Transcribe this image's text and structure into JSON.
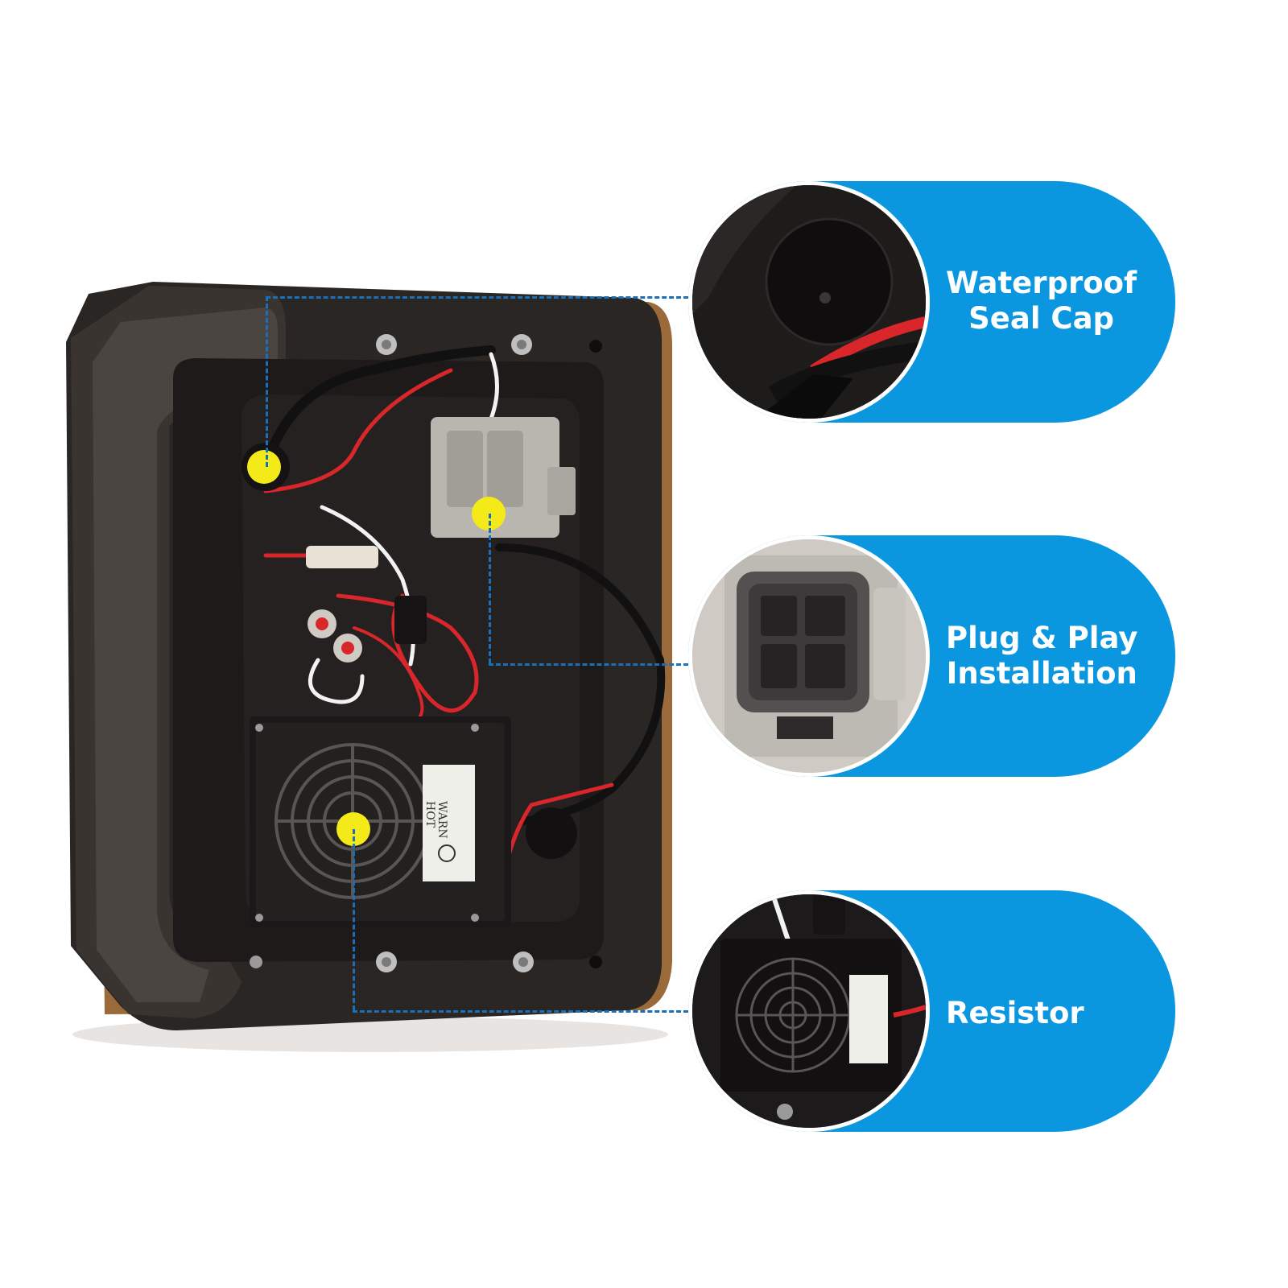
{
  "colors": {
    "pill_blue": "#0a97e0",
    "leader_blue": "#1b6fb8",
    "marker_yellow": "#f4ea1a",
    "housing_dark": "#2a2624",
    "wire_red": "#d8262b",
    "connector_gray": "#b9b6b0"
  },
  "callouts": [
    {
      "id": "seal-cap",
      "lines": [
        "Waterproof",
        "Seal Cap"
      ],
      "circle_subject": "seal-cap-closeup"
    },
    {
      "id": "plug-play",
      "lines": [
        "Plug & Play",
        "Installation"
      ],
      "circle_subject": "connector-closeup"
    },
    {
      "id": "resistor",
      "lines": [
        "Resistor"
      ],
      "circle_subject": "resistor-closeup"
    }
  ],
  "product": {
    "subject": "tail-light-housing-rear-view",
    "markers": [
      "seal-cap-marker",
      "connector-marker",
      "resistor-marker"
    ],
    "resistor_label_lines": [
      "WARN",
      "HOT"
    ]
  }
}
